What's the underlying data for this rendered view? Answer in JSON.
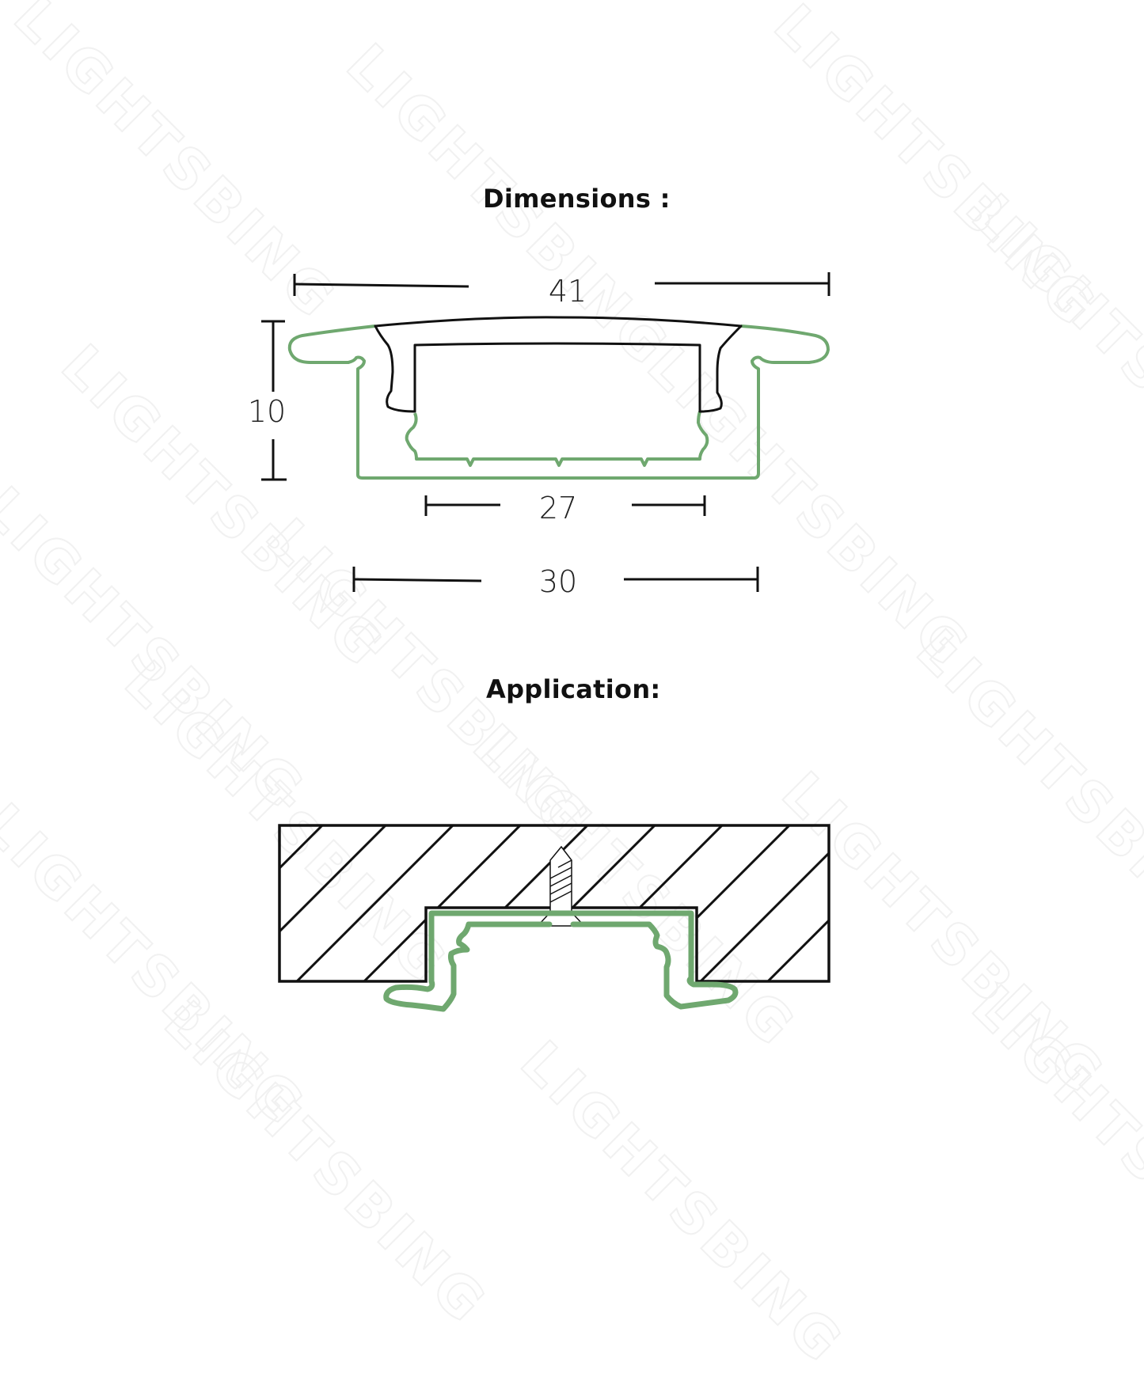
{
  "sections": {
    "dimensions": {
      "title": "Dimensions :"
    },
    "application": {
      "title": "Application:"
    }
  },
  "dimensions": {
    "overall_width": "41",
    "height": "10",
    "inner_width": "27",
    "base_width": "30"
  },
  "colors": {
    "profile_green": "#6fa86f",
    "diffuser_black": "#111111",
    "hatch_black": "#111111",
    "background": "#ffffff"
  },
  "watermark": {
    "text": "LIGHTSBING"
  }
}
